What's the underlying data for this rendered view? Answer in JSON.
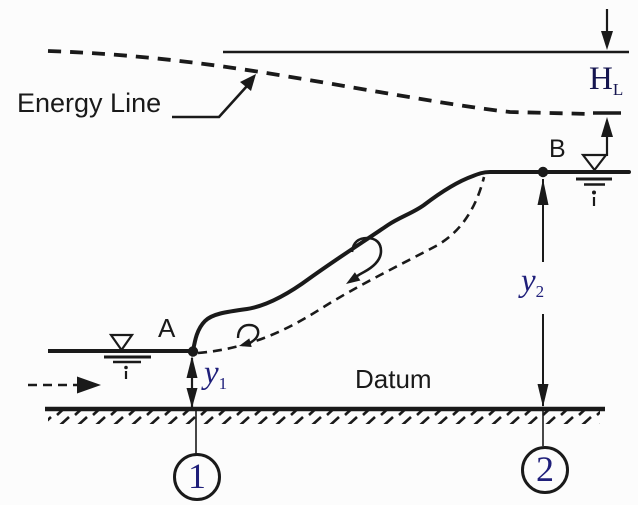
{
  "diagram": {
    "type": "hydraulic-jump-energy-diagram",
    "labels": {
      "energy_line": "Energy Line",
      "datum": "Datum",
      "point_a": "A",
      "point_b": "B"
    },
    "math": {
      "head_loss_base": "H",
      "head_loss_sub": "L",
      "depth_upstream_base": "y",
      "depth_upstream_sub": "1",
      "depth_downstream_base": "y",
      "depth_downstream_sub": "2",
      "station_1": "1",
      "station_2": "2"
    },
    "colors": {
      "ink": "#1a1a1a",
      "math_ink": "#1f1f7a",
      "background": "#fcfcfc"
    }
  }
}
